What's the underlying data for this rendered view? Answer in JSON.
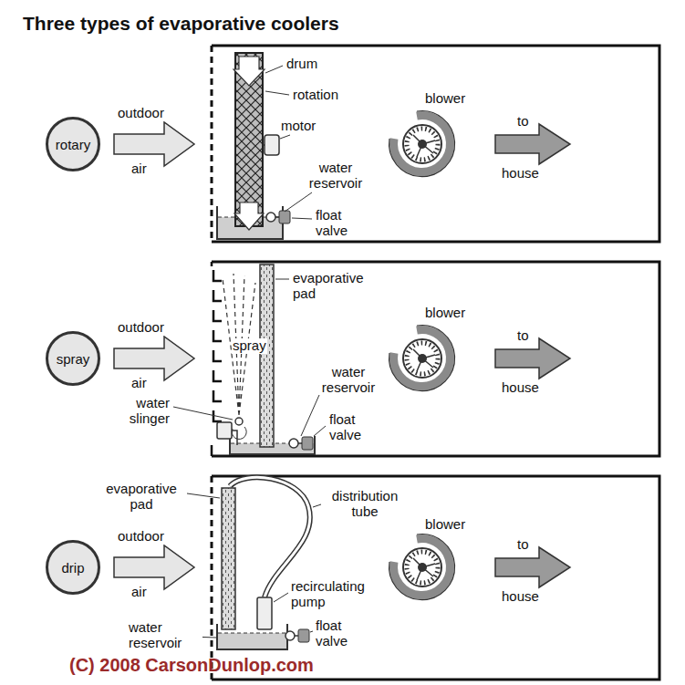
{
  "diagram": {
    "title": "Three types of evaporative coolers",
    "nodes": [
      {
        "text": [
          "rotary"
        ]
      },
      {
        "text": [
          "spray"
        ]
      },
      {
        "text": [
          "drip"
        ]
      }
    ],
    "edges": [],
    "labels": [
      "drum",
      "rotation",
      "motor",
      "outdoor",
      "air",
      "blower",
      "to",
      "house",
      "water reservoir",
      "float valve",
      "evaporative pad",
      "outdoor",
      "air",
      "spray",
      "blower",
      "to",
      "house",
      "water reservoir",
      "water slinger",
      "float valve",
      "evaporative pad",
      "distribution tube",
      "outdoor",
      "air",
      "blower",
      "to",
      "house",
      "recirculating pump",
      "water reservoir",
      "float valve",
      "(C) 2008 CarsonDunlop.com"
    ]
  }
}
